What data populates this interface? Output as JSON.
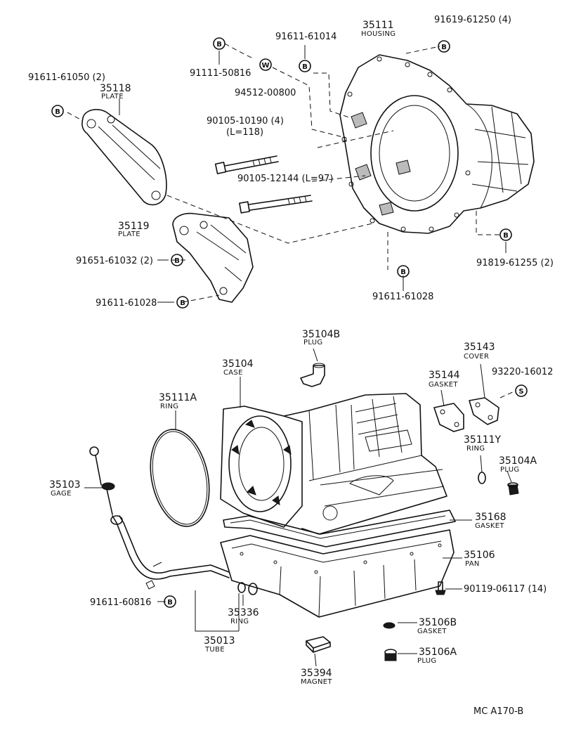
{
  "footer": {
    "code": "MC  A170-B"
  },
  "labels": {
    "pn_91619_61250": "91619-61250 (4)",
    "pn_35111_num": "35111",
    "pn_35111_name": "HOUSING",
    "pn_91611_61014": "91611-61014",
    "pn_91111_50816": "91111-50816",
    "pn_94512_00800": "94512-00800",
    "pn_91611_61050": "91611-61050 (2)",
    "pn_35118_num": "35118",
    "pn_35118_name": "PLATE",
    "pn_90105_10190": "90105-10190 (4)",
    "pn_90105_10190_len": "(L=118)",
    "pn_90105_12144": "90105-12144 (L=97)",
    "pn_35119_num": "35119",
    "pn_35119_name": "PLATE",
    "pn_91651_61032": "91651-61032 (2)",
    "pn_91611_61028_a": "91611-61028",
    "pn_91611_61028_b": "91611-61028",
    "pn_91819_61255": "91819-61255 (2)",
    "pn_35104B_num": "35104B",
    "pn_35104B_name": "PLUG",
    "pn_35104_num": "35104",
    "pn_35104_name": "CASE",
    "pn_35143_num": "35143",
    "pn_35143_name": "COVER",
    "pn_93220_16012": "93220-16012",
    "pn_35144_num": "35144",
    "pn_35144_name": "GASKET",
    "pn_35111A_num": "35111A",
    "pn_35111A_name": "RING",
    "pn_35111Y_num": "35111Y",
    "pn_35111Y_name": "RING",
    "pn_35104A_num": "35104A",
    "pn_35104A_name": "PLUG",
    "pn_35103_num": "35103",
    "pn_35103_name": "GAGE",
    "pn_35168_num": "35168",
    "pn_35168_name": "GASKET",
    "pn_35106_num": "35106",
    "pn_35106_name": "PAN",
    "pn_90119_06117": "90119-06117 (14)",
    "pn_91611_60816": "91611-60816",
    "pn_35336_num": "35336",
    "pn_35336_name": "RING",
    "pn_35106B_num": "35106B",
    "pn_35106B_name": "GASKET",
    "pn_35013_num": "35013",
    "pn_35013_name": "TUBE",
    "pn_35106A_num": "35106A",
    "pn_35106A_name": "PLUG",
    "pn_35394_num": "35394",
    "pn_35394_name": "MAGNET"
  },
  "badges": {
    "b": "B",
    "w": "W",
    "s": "S"
  }
}
